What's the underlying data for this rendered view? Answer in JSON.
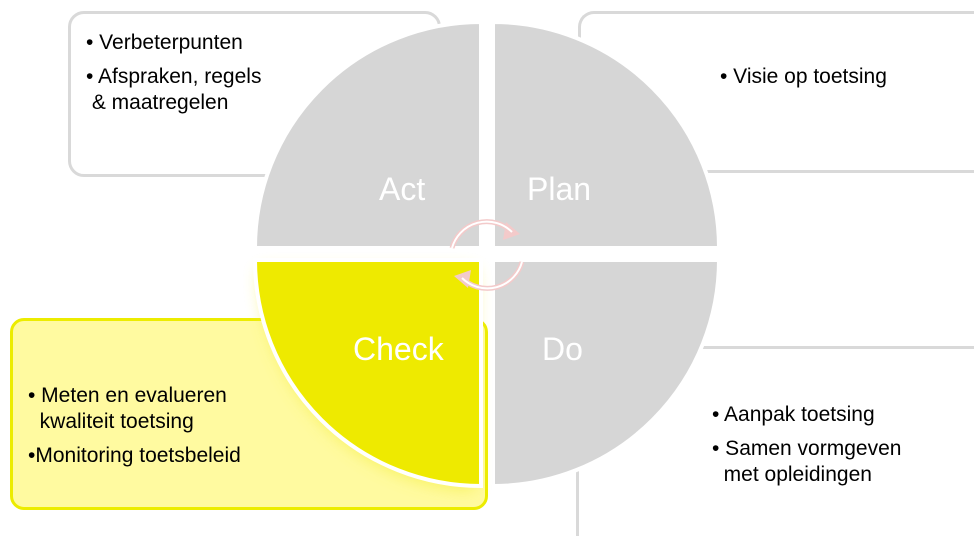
{
  "quadrants": {
    "act": {
      "label": "Act"
    },
    "plan": {
      "label": "Plan"
    },
    "check": {
      "label": "Check"
    },
    "do": {
      "label": "Do"
    }
  },
  "boxes": {
    "act": {
      "items": [
        "• Verbeterpunten",
        "• Afspraken, regels",
        " & maatregelen"
      ]
    },
    "plan": {
      "items": [
        "• Visie op toetsing"
      ]
    },
    "check": {
      "items": [
        "• Meten en evalueren",
        "  kwaliteit toetsing",
        "•Monitoring toetsbeleid"
      ]
    },
    "do": {
      "items": [
        "• Aanpak toetsing",
        "• Samen vormgeven",
        "  met opleidingen"
      ]
    }
  },
  "colors": {
    "quadrant": "#d6d6d6",
    "check_fill": "#eeea00",
    "check_box_bg": "#fffaa0",
    "box_border": "#d9d9d9",
    "arrow": "#f2c9c9"
  }
}
